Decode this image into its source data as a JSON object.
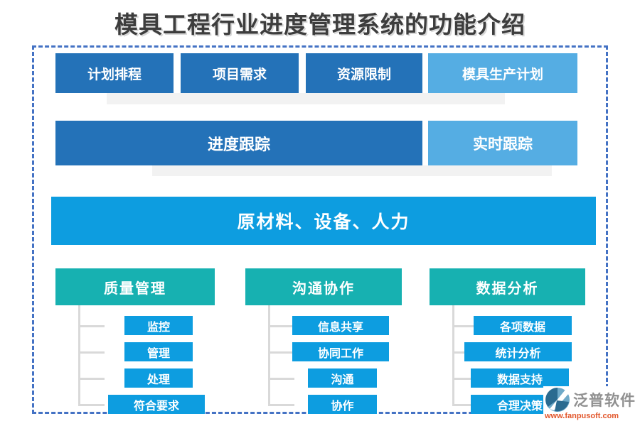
{
  "title": "模具工程行业进度管理系统的功能介绍",
  "colors": {
    "dark_blue": "#2472b8",
    "light_blue": "#55ade3",
    "bright_blue": "#0d9de0",
    "teal": "#17b1b1",
    "frame_border": "#4472c4",
    "connector_gray": "#d9d9d9",
    "shadow_gray": "#f2f2f2",
    "logo_text_gray": "#909090",
    "logo_url_orange": "#e2562b"
  },
  "row1": [
    {
      "label": "计划排程"
    },
    {
      "label": "项目需求"
    },
    {
      "label": "资源限制"
    },
    {
      "label": "模具生产计划"
    }
  ],
  "row2": [
    {
      "label": "进度跟踪"
    },
    {
      "label": "实时跟踪"
    }
  ],
  "row3": {
    "label": "原材料、设备、人力"
  },
  "groups": [
    {
      "header": "质量管理",
      "items": [
        "监控",
        "管理",
        "处理",
        "符合要求"
      ]
    },
    {
      "header": "沟通协作",
      "items": [
        "信息共享",
        "协同工作",
        "沟通",
        "协作"
      ]
    },
    {
      "header": "数据分析",
      "items": [
        "各项数据",
        "统计分析",
        "数据支持",
        "合理决策"
      ]
    }
  ],
  "logo": {
    "name": "泛普软件",
    "url": "www.fanpusoft.com"
  }
}
